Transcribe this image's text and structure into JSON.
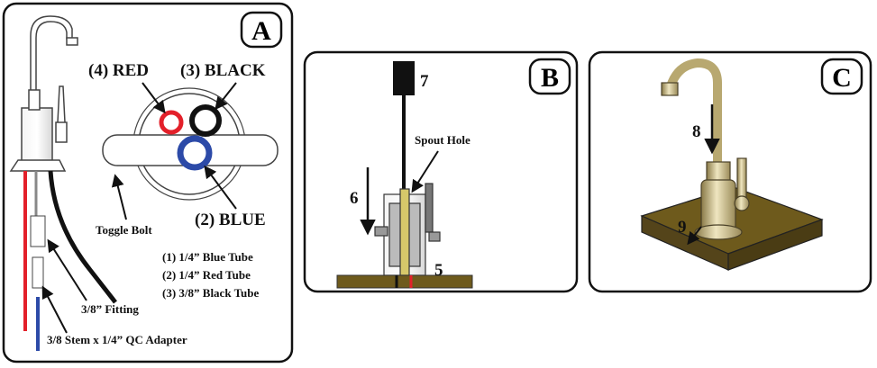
{
  "panels": {
    "a": {
      "letter": "A",
      "labels": {
        "red": "(4) RED",
        "black": "(3) BLACK",
        "blue": "(2) BLUE",
        "toggle_bolt": "Toggle Bolt",
        "fitting": "3/8” Fitting",
        "adapter": "3/8 Stem x 1/4”  QC Adapter"
      },
      "legend": [
        "(1) 1/4” Blue Tube",
        "(2) 1/4” Red Tube",
        "(3) 3/8” Black Tube"
      ],
      "colors": {
        "red": "#e3202a",
        "black": "#111111",
        "blue": "#2c4aa8"
      }
    },
    "b": {
      "letter": "B",
      "labels": {
        "spout_hole": "Spout Hole"
      },
      "steps": {
        "step_7": "7",
        "step_6": "6",
        "step_5": "5"
      }
    },
    "c": {
      "letter": "C",
      "steps": {
        "step_8": "8",
        "step_9": "9"
      },
      "colors": {
        "wood": "#6e5a1c",
        "brass": "#c9b77a"
      }
    }
  }
}
